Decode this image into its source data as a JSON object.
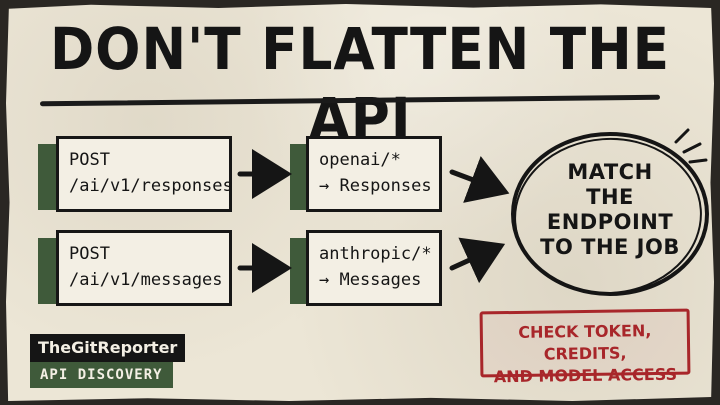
{
  "title": "DON'T FLATTEN THE API",
  "rows": [
    {
      "endpoint": {
        "line1": "POST",
        "line2": "/ai/v1/responses"
      },
      "target": {
        "line1": "openai/*",
        "line2": "→ Responses"
      }
    },
    {
      "endpoint": {
        "line1": "POST",
        "line2": "/ai/v1/messages"
      },
      "target": {
        "line1": "anthropic/*",
        "line2": "→ Messages"
      }
    }
  ],
  "circle": {
    "lines": [
      "MATCH",
      "THE",
      "ENDPOINT",
      "TO THE JOB"
    ]
  },
  "stamp": {
    "line1": "CHECK TOKEN, CREDITS,",
    "line2": "AND MODEL ACCESS"
  },
  "brand": "TheGitReporter",
  "tagline": "API DISCOVERY",
  "colors": {
    "paper": "#ece6d6",
    "ink": "#151515",
    "accent_green": "#3f5a3a",
    "stamp_red": "#a8262a"
  }
}
